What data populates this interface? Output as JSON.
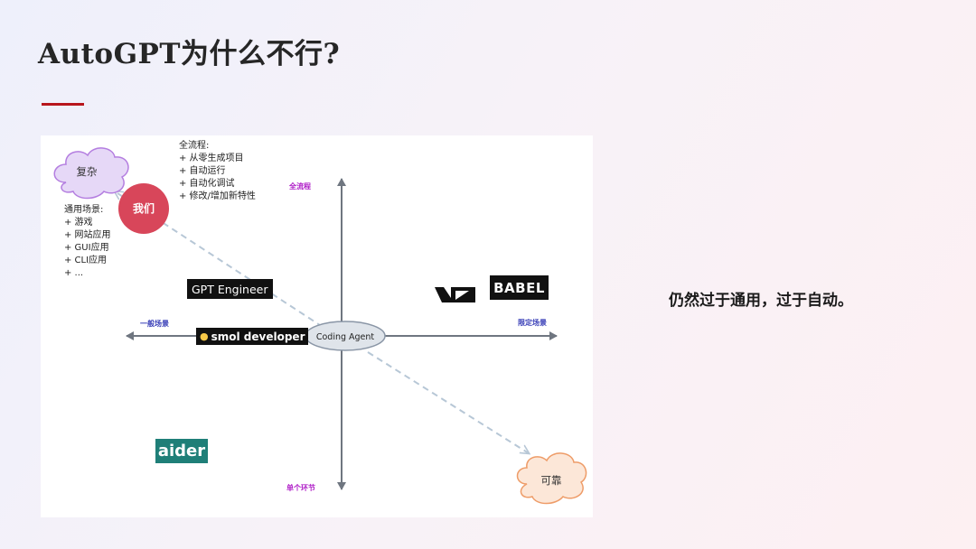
{
  "slide": {
    "title": "AutoGPT为什么不行?",
    "conclusion": "仍然过于通用，过于自动。"
  },
  "diagram": {
    "center_label": "Coding Agent",
    "axes": {
      "top": "全流程",
      "bottom": "单个环节",
      "left": "一般场景",
      "right": "限定场景"
    },
    "clouds": {
      "complex": "复杂",
      "reliable": "可靠"
    },
    "us_label": "我们",
    "full_process_note": [
      "全流程:",
      "+ 从零生成项目",
      "+ 自动运行",
      "+ 自动化调试",
      "+ 修改/增加新特性"
    ],
    "general_scenarios_note": [
      "通用场景:",
      "+ 游戏",
      "+ 网站应用",
      "+ GUI应用",
      "+ CLI应用",
      "+ ..."
    ],
    "products": {
      "gpt_engineer": "GPT Engineer",
      "smol_developer": "smol developer",
      "aider": "aider",
      "v0": "V0",
      "babel": "BABEL"
    },
    "colors": {
      "axis": "#6f7680",
      "cloud_complex": "#e6d8f7",
      "cloud_complex_stroke": "#b47ee0",
      "cloud_reliable": "#fce7d8",
      "cloud_reliable_stroke": "#ee9c68",
      "us_circle": "#d8465a",
      "axis_label_vertical": "#b020c8",
      "axis_label_horizontal": "#3a40b8",
      "dashed_arrow": "#b7c7d6",
      "aider_bg": "#1f7f78",
      "babel_accent": "#7d4cf0"
    }
  }
}
